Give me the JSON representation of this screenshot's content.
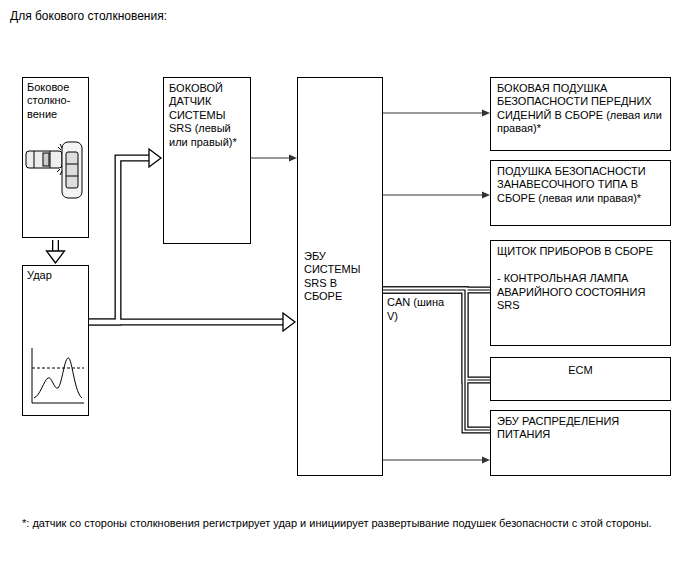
{
  "diagram": {
    "title": "Для бокового столкновения:",
    "nodes": [
      {
        "text": [
          "Боковое столкно- вение"
        ]
      },
      {
        "text": [
          "Удар"
        ]
      },
      {
        "text": [
          "БОКОВОЙ ДАТЧИК СИСТЕМЫ SRS (левый или правый)*"
        ]
      },
      {
        "text": [
          "ЭБУ СИСТЕМЫ SRS В СБОРЕ"
        ]
      },
      {
        "text": [
          "БОКОВАЯ ПОДУШКА БЕЗОПАСНОСТИ ПЕРЕДНИХ СИДЕНИЙ В СБОРЕ (левая или правая)*"
        ]
      },
      {
        "text": [
          "ПОДУШКА БЕЗОПАСНОСТИ ЗАНАВЕСОЧНОГО ТИПА В СБОРЕ (левая или правая)*"
        ]
      },
      {
        "text": [
          "ЩИТОК ПРИБОРОВ В СБОРЕ",
          "- КОНТРОЛЬНАЯ ЛАМПА АВАРИЙНОГО СОСТОЯНИЯ SRS"
        ]
      },
      {
        "text": [
          "ECM"
        ]
      },
      {
        "text": [
          "ЭБУ РАСПРЕДЕЛЕНИЯ ПИТАНИЯ"
        ]
      }
    ],
    "edges": [
      {
        "from": 0,
        "to": 1,
        "arrow": "to"
      },
      {
        "from": 1,
        "to": 2,
        "arrow": "to"
      },
      {
        "from": 1,
        "to": 3,
        "arrow": "to"
      },
      {
        "from": 2,
        "to": 3,
        "arrow": "to"
      },
      {
        "from": 3,
        "to": 4,
        "arrow": "to"
      },
      {
        "from": 3,
        "to": 5,
        "arrow": "to"
      },
      {
        "from": 3,
        "to": 6,
        "arrow": "none",
        "label": "CAN (шина V)"
      },
      {
        "from": 3,
        "to": 7,
        "arrow": "none"
      },
      {
        "from": 3,
        "to": 8,
        "arrow": "none"
      },
      {
        "from": 3,
        "to": 8,
        "arrow": "to"
      }
    ],
    "labels": [
      "*: датчик со стороны столкновения регистрирует удар и инициирует развертывание подушек безопасности с этой стороны."
    ]
  }
}
